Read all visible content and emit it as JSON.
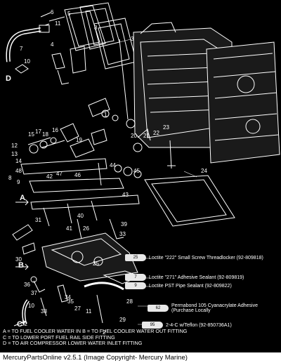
{
  "part_numbers": [
    {
      "key": "n1",
      "text": "1"
    },
    {
      "key": "n2",
      "text": "2"
    },
    {
      "key": "n3",
      "text": "3"
    },
    {
      "key": "n4",
      "text": "4"
    },
    {
      "key": "n5",
      "text": "5"
    },
    {
      "key": "n6",
      "text": "6"
    },
    {
      "key": "n7",
      "text": "7"
    },
    {
      "key": "n8a",
      "text": "8"
    },
    {
      "key": "n8b",
      "text": "8"
    },
    {
      "key": "n9",
      "text": "9"
    },
    {
      "key": "n10a",
      "text": "10"
    },
    {
      "key": "n10b",
      "text": "10"
    },
    {
      "key": "n11a",
      "text": "11"
    },
    {
      "key": "n11b",
      "text": "11"
    },
    {
      "key": "n12",
      "text": "12"
    },
    {
      "key": "n13",
      "text": "13"
    },
    {
      "key": "n14",
      "text": "14"
    },
    {
      "key": "n15",
      "text": "15"
    },
    {
      "key": "n16",
      "text": "16"
    },
    {
      "key": "n17",
      "text": "17"
    },
    {
      "key": "n18",
      "text": "18"
    },
    {
      "key": "n19",
      "text": "19"
    },
    {
      "key": "n20",
      "text": "20"
    },
    {
      "key": "n21",
      "text": "21"
    },
    {
      "key": "n22",
      "text": "22"
    },
    {
      "key": "n23",
      "text": "23"
    },
    {
      "key": "n24",
      "text": "24"
    },
    {
      "key": "n25",
      "text": "25"
    },
    {
      "key": "n26",
      "text": "26"
    },
    {
      "key": "n27",
      "text": "27"
    },
    {
      "key": "n28",
      "text": "28"
    },
    {
      "key": "n29",
      "text": "29"
    },
    {
      "key": "n30",
      "text": "30"
    },
    {
      "key": "n31",
      "text": "31"
    },
    {
      "key": "n32",
      "text": "32"
    },
    {
      "key": "n33",
      "text": "33"
    },
    {
      "key": "n34",
      "text": "34"
    },
    {
      "key": "n35",
      "text": "35"
    },
    {
      "key": "n36",
      "text": "36"
    },
    {
      "key": "n37",
      "text": "37"
    },
    {
      "key": "n38",
      "text": "38"
    },
    {
      "key": "n39",
      "text": "39"
    },
    {
      "key": "n40",
      "text": "40"
    },
    {
      "key": "n41",
      "text": "41"
    },
    {
      "key": "n42",
      "text": "42"
    },
    {
      "key": "n43",
      "text": "43"
    },
    {
      "key": "n44",
      "text": "44"
    },
    {
      "key": "n45",
      "text": "45"
    },
    {
      "key": "n46",
      "text": "46"
    },
    {
      "key": "n47",
      "text": "47"
    },
    {
      "key": "n48",
      "text": "48"
    }
  ],
  "callout_letters": {
    "a": "A",
    "b": "B",
    "c": "C",
    "d": "D"
  },
  "sealants": [
    {
      "code": "25",
      "label": "Loctite \"222\" Small Screw Threadlocker (92-809818)"
    },
    {
      "code": "7",
      "label": "Loctite \"271\" Adhesive Sealant (92-809819)"
    },
    {
      "code": "9",
      "label": "Loctite PST Pipe Sealant (92-809822)"
    },
    {
      "code": "62",
      "label": "Permabond 105 Cyanacrylate Adhesive (Purchase Locally"
    },
    {
      "code": "95",
      "label": "2-4-C w/Teflon (92-850736A1)"
    }
  ],
  "notes": {
    "line1": "A = TO FUEL COOLER WATER IN    B = TO FUEL COOLER WATER OUT FITTING",
    "line2": "C = TO LOWER PORT FUEL RAIL SIDE FITTING",
    "line3": "D = TO AIR COMPRESSOR LOWER WATER INLET FITTING"
  },
  "footer": {
    "text": "MercuryPartsOnline v2.5.1 (Image Copyright- Mercury Marine)"
  },
  "colors": {
    "background": "#000000",
    "linework": "#ffffff",
    "footer_bg": "#ffffff"
  }
}
